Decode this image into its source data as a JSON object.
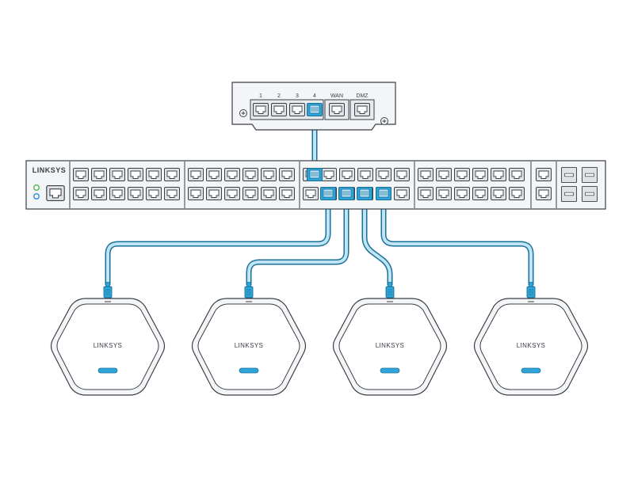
{
  "router": {
    "port_labels": [
      "1",
      "2",
      "3",
      "4"
    ],
    "wan_label": "WAN",
    "dmz_label": "DMZ",
    "connected_port": "4"
  },
  "switch": {
    "brand": "LINKSYS",
    "led_colors": [
      "#5cb85c",
      "#3b8fd9"
    ]
  },
  "access_points": [
    {
      "brand": "LINKSYS"
    },
    {
      "brand": "LINKSYS"
    },
    {
      "brand": "LINKSYS"
    },
    {
      "brand": "LINKSYS"
    }
  ],
  "colors": {
    "line": "#3a3f47",
    "device_fill": "#f4f5f6",
    "port_fill": "#dfe3e6",
    "cable": "#2ea4d8",
    "cable_light": "#bfe4f5",
    "ap_led": "#2ea4d8"
  },
  "icons": [
    "screw-icon",
    "rj45-port-icon",
    "ethernet-cable-icon",
    "sfp-port-icon",
    "status-led-icon"
  ]
}
